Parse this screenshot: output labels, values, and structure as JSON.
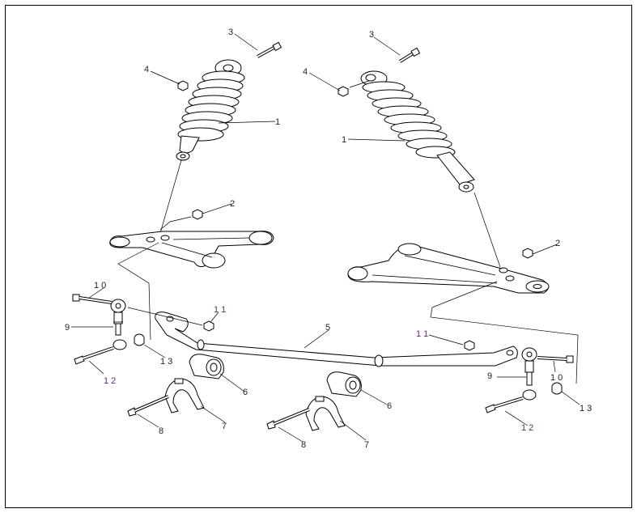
{
  "diagram": {
    "callouts": [
      {
        "id": "c3a",
        "text": "3"
      },
      {
        "id": "c4a",
        "text": "4"
      },
      {
        "id": "c1a",
        "text": "1"
      },
      {
        "id": "c2a",
        "text": "2"
      },
      {
        "id": "c3b",
        "text": "3"
      },
      {
        "id": "c4b",
        "text": "4"
      },
      {
        "id": "c1b",
        "text": "1"
      },
      {
        "id": "c2b",
        "text": "2"
      },
      {
        "id": "c10a",
        "text": "1 0"
      },
      {
        "id": "c9a",
        "text": "9"
      },
      {
        "id": "c12a",
        "text": "1 2"
      },
      {
        "id": "c11a",
        "text": "1 1"
      },
      {
        "id": "c13a",
        "text": "1 3"
      },
      {
        "id": "c5",
        "text": "5"
      },
      {
        "id": "c6a",
        "text": "6"
      },
      {
        "id": "c7a",
        "text": "7"
      },
      {
        "id": "c8a",
        "text": "8"
      },
      {
        "id": "c6b",
        "text": "6"
      },
      {
        "id": "c7b",
        "text": "7"
      },
      {
        "id": "c8b",
        "text": "8"
      },
      {
        "id": "c11b",
        "text": "1 1"
      },
      {
        "id": "c9b",
        "text": "9"
      },
      {
        "id": "c10b",
        "text": "1 0"
      },
      {
        "id": "c12b",
        "text": "1 2"
      },
      {
        "id": "c13b",
        "text": "1 3"
      }
    ],
    "colors": {
      "line": "#000000",
      "label": "#222222",
      "label_alt": "#5a2a7a"
    }
  }
}
